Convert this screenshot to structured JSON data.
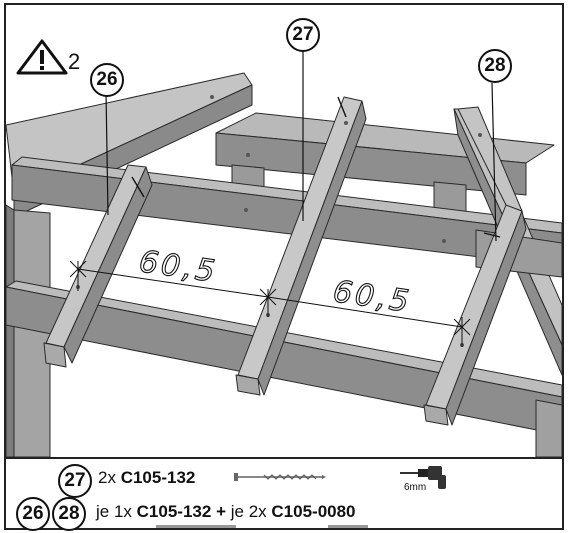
{
  "warning": {
    "icon": "warning-triangle-icon",
    "count": "2"
  },
  "callouts": {
    "left": "26",
    "center": "27",
    "right": "28"
  },
  "dimensions": {
    "left": "60,5",
    "right": "60,5"
  },
  "legend": {
    "row1": {
      "callout": "27",
      "qty": "2x",
      "part": "C105-132"
    },
    "row2": {
      "callout_a": "26",
      "callout_b": "28",
      "prefix": "je 1x",
      "part_a": "C105-132",
      "joiner": "+",
      "mid": "je 2x",
      "part_b": "C105-0080"
    },
    "drill": {
      "label": "6mm",
      "icon": "drill-icon"
    }
  }
}
